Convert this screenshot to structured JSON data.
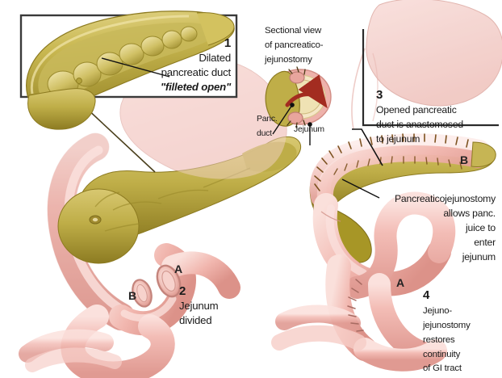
{
  "figure": {
    "title_hidden": "",
    "background_color": "#ffffff",
    "colors": {
      "pancreas": "#b5a23a",
      "pancreas_light": "#d4c46a",
      "pancreas_dark": "#8e7d23",
      "bowel_pink": "#f2b8b2",
      "bowel_pink_light": "#fadcd8",
      "bowel_outline": "#c98b86",
      "stomach_translucent": "#f6d5d2",
      "duct_inner": "#f6ded9",
      "suture": "#8a5a2b",
      "text": "#1a1a1a",
      "frame": "#3a3a3a",
      "arrow_red": "#a32c20"
    }
  },
  "panels": {
    "one": {
      "number": "1",
      "line1": "Dilated",
      "line2": "pancreatic duct",
      "line3": "\"filleted open\""
    },
    "two": {
      "number": "2",
      "line1": "Jejunum",
      "line2": "divided"
    },
    "three": {
      "number": "3",
      "line1": "Opened pancreatic",
      "line2": "duct is anastomosed",
      "line3": "to jejunum"
    },
    "four": {
      "number": "4",
      "line1": "Jejuno-",
      "line2": "jejunostomy",
      "line3": "restores",
      "line4": "continuity",
      "line5": "of GI tract"
    }
  },
  "inset": {
    "title_line1": "Sectional view",
    "title_line2": "of pancreatico-",
    "title_line3": "jejunostomy",
    "label_duct_line1": "Panc.",
    "label_duct_line2": "duct",
    "label_jejunum": "Jejunum"
  },
  "annotations": {
    "pancreaticojejunostomy": {
      "line1": "Pancreaticojejunostomy",
      "line2": "allows panc.",
      "line3": "juice to",
      "line4": "enter",
      "line5": "jejunum"
    }
  },
  "markers": {
    "left_a": "A",
    "left_b": "B",
    "right_a": "A",
    "right_b": "B"
  }
}
